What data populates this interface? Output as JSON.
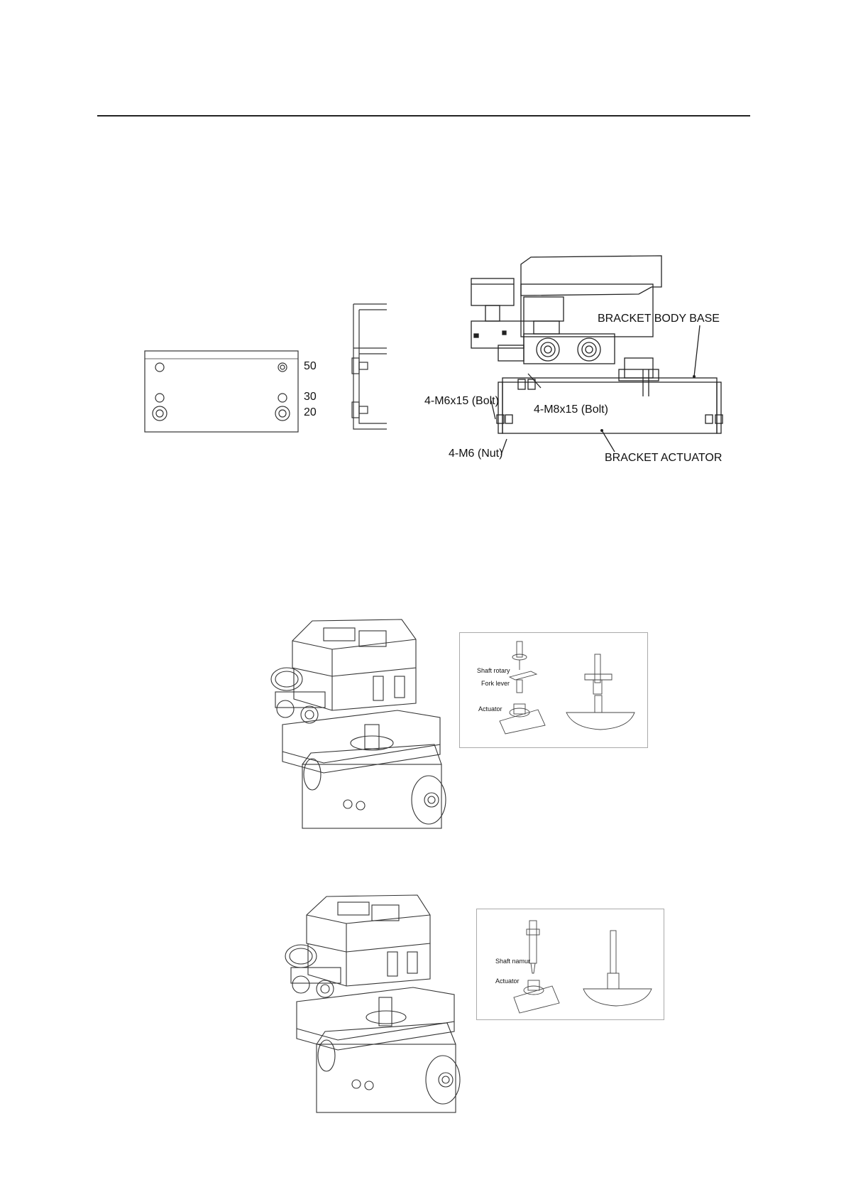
{
  "bracket_plate": {
    "hole_labels": [
      "50",
      "30",
      "20"
    ]
  },
  "assembly_diagram": {
    "labels": {
      "bracket_body_base": "BRACKET BODY BASE",
      "bolt_m6": "4-M6x15 (Bolt)",
      "bolt_m8": "4-M8x15 (Bolt)",
      "nut_m6": "4-M6 (Nut)",
      "bracket_actuator": "BRACKET ACTUATOR"
    }
  },
  "rotary_inset": {
    "labels": [
      "Shaft rotary",
      "Fork lever",
      "Actuator"
    ]
  },
  "namur_inset": {
    "labels": [
      "Shaft namur",
      "Actuator"
    ]
  }
}
